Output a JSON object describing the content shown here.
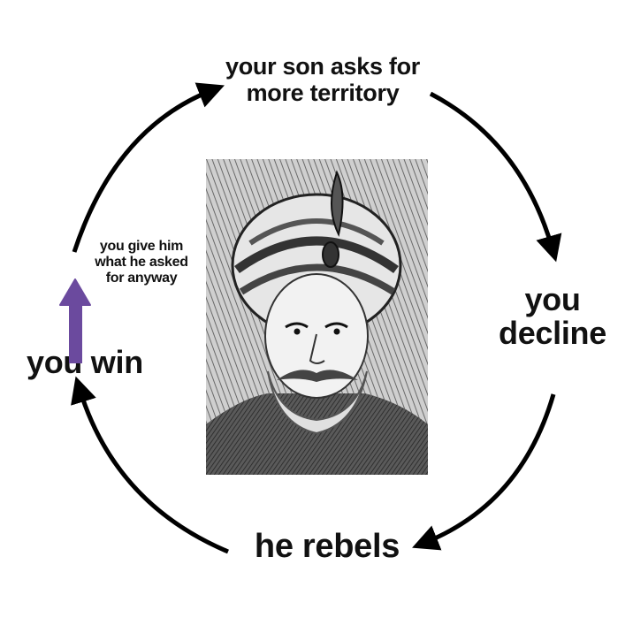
{
  "diagram": {
    "type": "cycle",
    "nodes": [
      {
        "id": "top",
        "label": "your son asks for more territory",
        "lines": [
          "your son asks for",
          "more territory"
        ]
      },
      {
        "id": "right",
        "label": "you decline",
        "lines": [
          "you",
          "decline"
        ]
      },
      {
        "id": "bottom",
        "label": "he rebels"
      },
      {
        "id": "left",
        "label": "you win"
      }
    ],
    "annotation": {
      "lines": [
        "you give him",
        "what he asked",
        "for anyway"
      ],
      "arrow_color": "#6b4a9e"
    },
    "edges": [
      {
        "from": "top",
        "to": "right"
      },
      {
        "from": "right",
        "to": "bottom"
      },
      {
        "from": "bottom",
        "to": "left"
      },
      {
        "from": "left",
        "to": "top"
      }
    ],
    "center_image": {
      "description": "engraved portrait of a bearded man wearing a feathered turban"
    },
    "colors": {
      "text": "#111111",
      "arrows": "#000000",
      "background": "#ffffff"
    }
  }
}
